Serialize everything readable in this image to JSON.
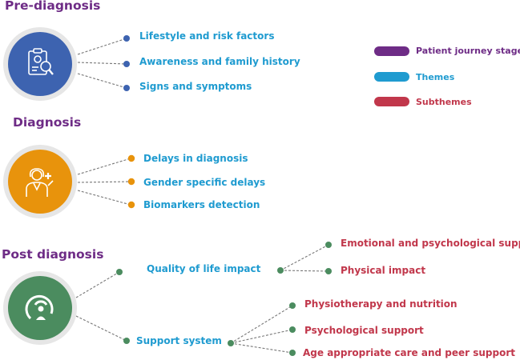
{
  "colors": {
    "stage": "#6e2c86",
    "theme": "#1f9bd0",
    "subtheme": "#c1374b",
    "pre_dot": "#3d63b0",
    "pre_fill": "#3d63b0",
    "diag_dot": "#e8930c",
    "diag_fill": "#e8930c",
    "post_dot": "#4b8c5f",
    "post_fill": "#4b8c5f"
  },
  "legend": {
    "patient_journey_stage": "Patient journey stage",
    "themes": "Themes",
    "subthemes": "Subthemes"
  },
  "pre_diagnosis": {
    "title": "Pre-diagnosis",
    "icon": "clipboard-magnifier-icon",
    "themes": [
      "Lifestyle and risk factors",
      "Awareness and family history",
      "Signs and symptoms"
    ]
  },
  "diagnosis": {
    "title": "Diagnosis",
    "icon": "doctor-icon",
    "themes": [
      "Delays in diagnosis",
      "Gender specific delays",
      "Biomarkers detection"
    ]
  },
  "post_diagnosis": {
    "title": "Post diagnosis",
    "icon": "support-person-icon",
    "themes": [
      "Quality of life impact",
      "Support system"
    ],
    "quality_subthemes": [
      "Emotional and psychological support",
      "Physical impact"
    ],
    "support_subthemes": [
      "Physiotherapy and nutrition",
      "Psychological support",
      "Age appropriate care and peer support"
    ]
  }
}
